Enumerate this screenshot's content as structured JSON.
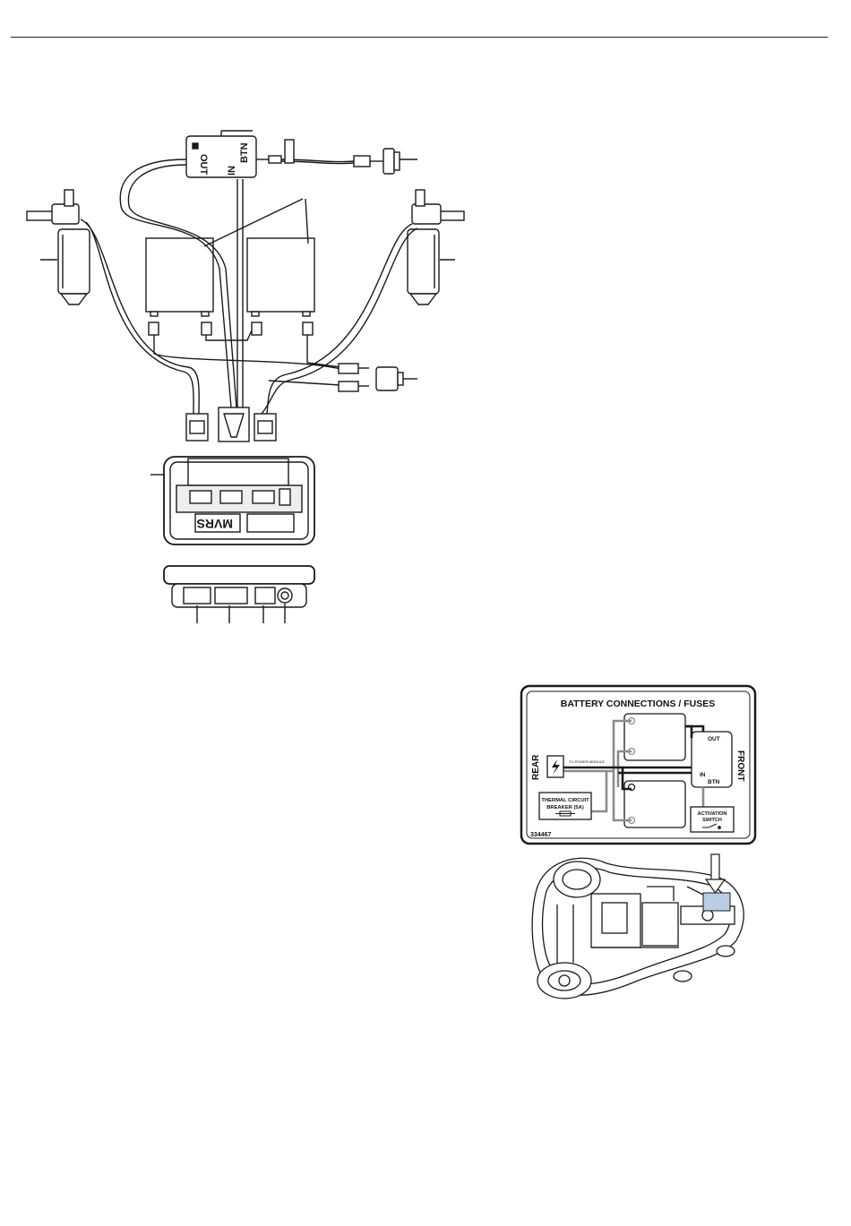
{
  "connector_labels": {
    "out": "OUT",
    "in": "IN",
    "btn": "BTN"
  },
  "controller_logo": "MVRS",
  "label": {
    "title": "BATTERY CONNECTIONS / FUSES",
    "rear": "REAR",
    "front": "FRONT",
    "to_power_module": "TO POWER MODULE",
    "out": "OUT",
    "in": "IN",
    "btn": "BTN",
    "thermal_breaker_line1": "THERMAL CIRCUIT",
    "thermal_breaker_line2": "BREAKER (5A)",
    "activation_switch_line1": "ACTIVATION",
    "activation_switch_line2": "SWITCH",
    "part_number": "334467"
  },
  "colors": {
    "ink": "#1a1a1a",
    "wire_gray": "#8c8c8c",
    "highlight_blue": "#b9cde6"
  }
}
